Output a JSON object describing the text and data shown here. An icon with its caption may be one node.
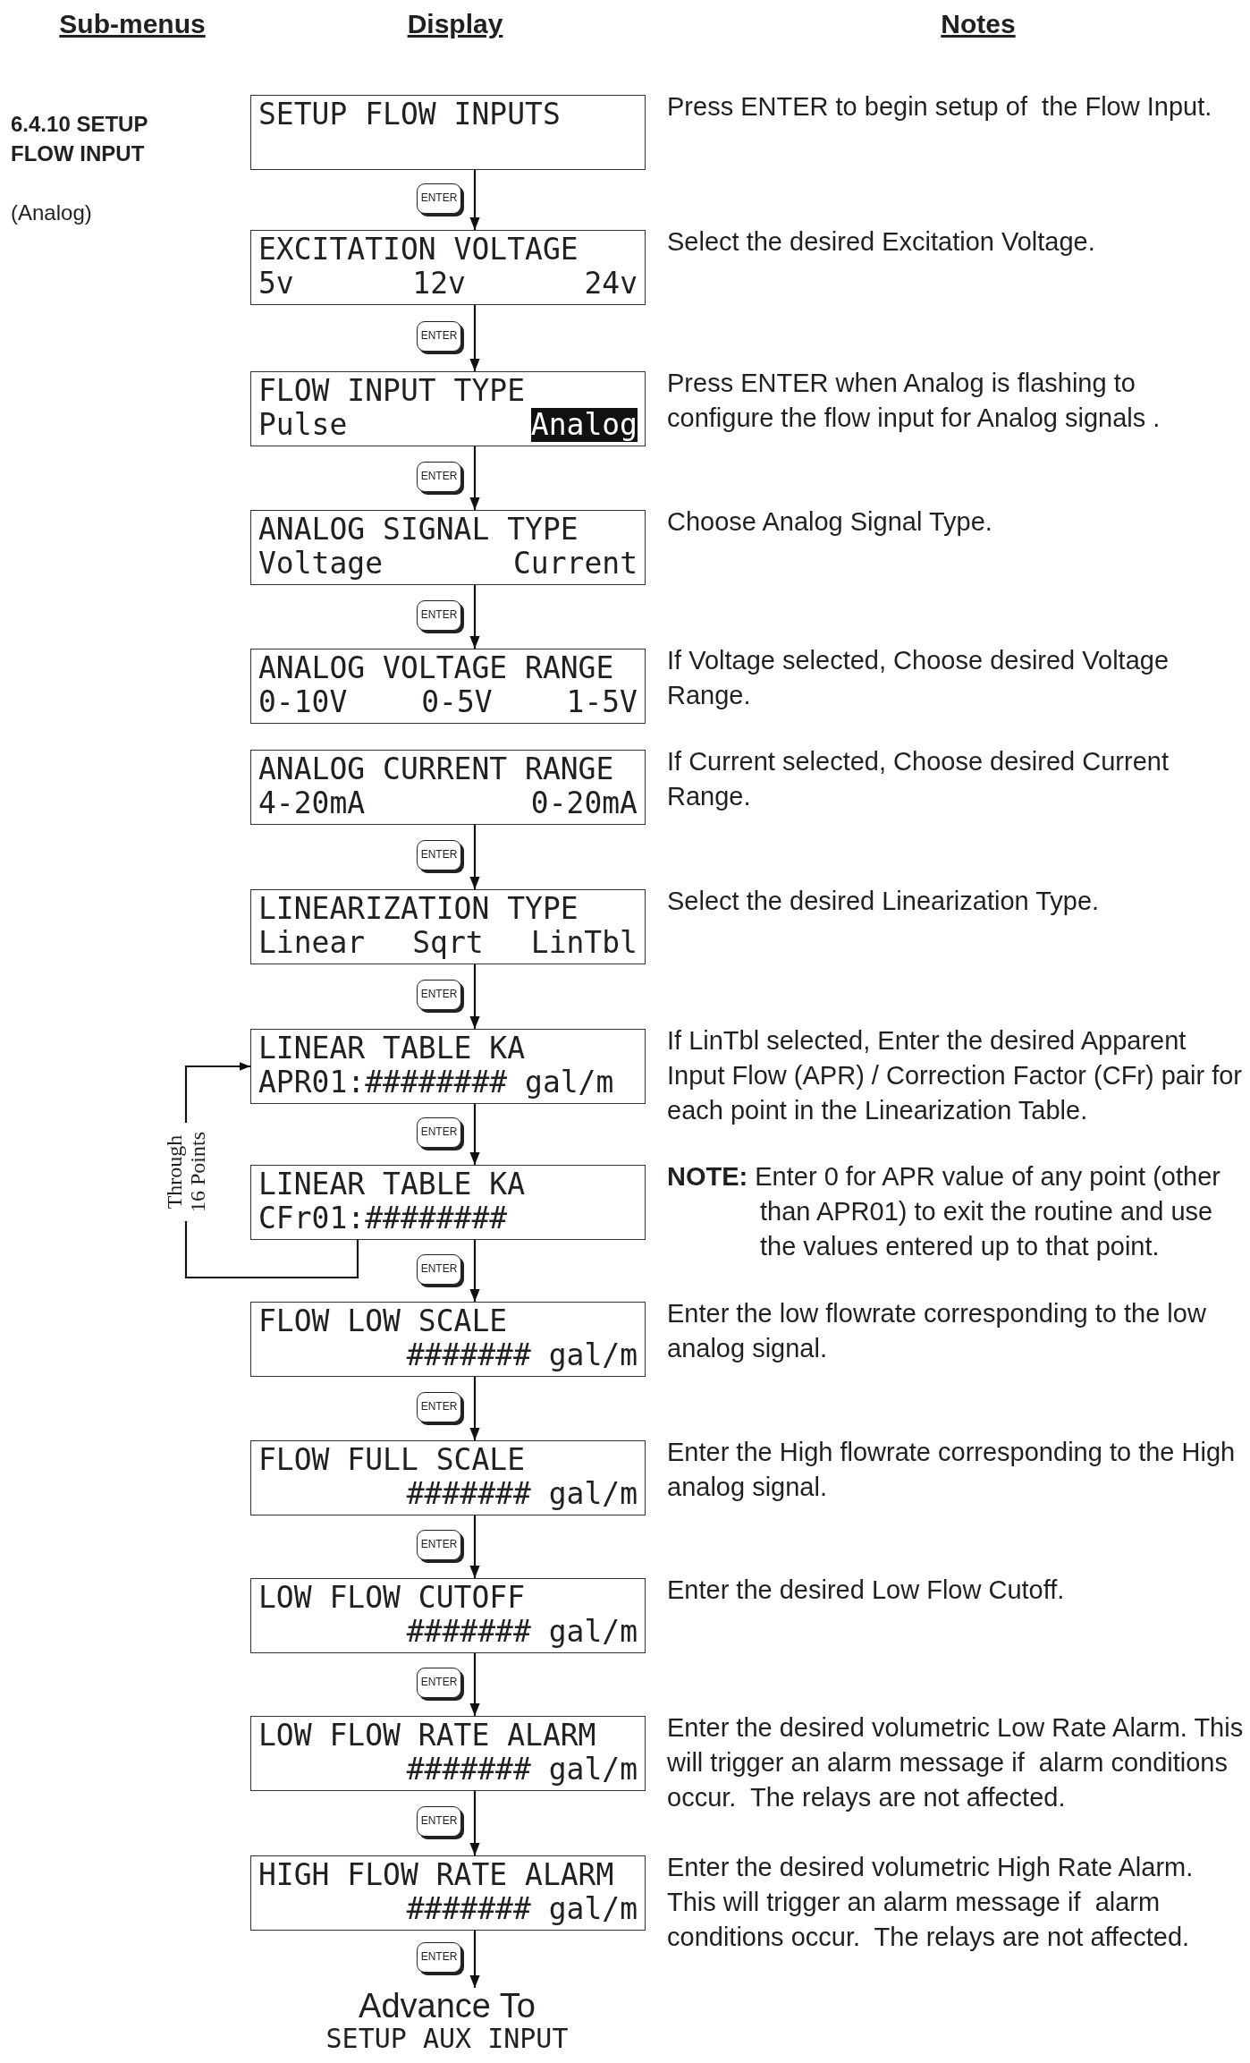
{
  "diagram": {
    "nodes": [
      {
        "text": [
          "SETUP FLOW INPUTS"
        ],
        "beside": [
          "Press ENTER to begin setup of  the Flow Input."
        ]
      },
      {
        "text": [
          "EXCITATION VOLTAGE",
          "5v",
          "12v",
          "24v"
        ],
        "beside": [
          "Select the desired Excitation Voltage."
        ]
      },
      {
        "text": [
          "FLOW INPUT TYPE",
          "Pulse",
          "Analog"
        ],
        "beside": [
          "Press ENTER when Analog is flashing to configure the flow input for Analog signals ."
        ]
      },
      {
        "text": [
          "ANALOG SIGNAL TYPE",
          "Voltage",
          "Current"
        ],
        "beside": [
          "Choose Analog Signal Type."
        ]
      },
      {
        "text": [
          "ANALOG VOLTAGE RANGE",
          "0-10V",
          "0-5V",
          "1-5V"
        ],
        "beside": [
          "If Voltage selected, Choose desired Voltage Range."
        ]
      },
      {
        "text": [
          "ANALOG CURRENT RANGE",
          "4-20mA",
          "0-20mA"
        ],
        "beside": [
          "If Current selected, Choose desired Current Range."
        ]
      },
      {
        "text": [
          "LINEARIZATION TYPE",
          "Linear",
          "Sqrt",
          "LinTbl"
        ],
        "beside": [
          "Select the desired Linearization Type."
        ]
      },
      {
        "text": [
          "LINEAR TABLE KA",
          "APR01:######## gal/m"
        ],
        "beside": [
          "If LinTbl selected, Enter the desired Apparent Input Flow (APR) / Correction Factor (CFr) pair for each point in the Linearization Table."
        ]
      },
      {
        "text": [
          "LINEAR TABLE KA",
          "CFr01:########"
        ],
        "beside": [
          "**NOTE:** Enter 0 for APR value of any point (other than APR01) to exit the routine and use the values entered up to that point."
        ]
      },
      {
        "text": [
          "FLOW LOW SCALE",
          "####### gal/m"
        ],
        "beside": [
          "Enter the low flowrate corresponding to the low analog signal."
        ]
      },
      {
        "text": [
          "FLOW FULL SCALE",
          "####### gal/m"
        ],
        "beside": [
          "Enter the High flowrate corresponding to the High analog signal."
        ]
      },
      {
        "text": [
          "LOW FLOW CUTOFF",
          "####### gal/m"
        ],
        "beside": [
          "Enter the desired Low Flow Cutoff."
        ]
      },
      {
        "text": [
          "LOW FLOW RATE ALARM",
          "####### gal/m"
        ],
        "beside": [
          "Enter the desired volumetric Low Rate Alarm. This will trigger an alarm message if  alarm conditions occur.  The relays are not affected."
        ]
      },
      {
        "text": [
          "HIGH FLOW RATE ALARM",
          "####### gal/m"
        ],
        "beside": [
          "Enter the desired volumetric High Rate Alarm. This will trigger an alarm message if  alarm conditions occur.  The relays are not affected."
        ]
      },
      {
        "text": [
          "Advance To",
          "SETUP AUX INPUT"
        ]
      }
    ],
    "edges": [
      {
        "from": 0,
        "to": 1,
        "arrow": "to",
        "label": "ENTER"
      },
      {
        "from": 1,
        "to": 2,
        "arrow": "to",
        "label": "ENTER"
      },
      {
        "from": 2,
        "to": 3,
        "arrow": "to",
        "label": "ENTER"
      },
      {
        "from": 3,
        "to": 4,
        "arrow": "to",
        "label": "ENTER"
      },
      {
        "from": 5,
        "to": 6,
        "arrow": "to",
        "label": "ENTER"
      },
      {
        "from": 6,
        "to": 7,
        "arrow": "to",
        "label": "ENTER"
      },
      {
        "from": 7,
        "to": 8,
        "arrow": "to",
        "label": "ENTER"
      },
      {
        "from": 8,
        "to": 9,
        "arrow": "to",
        "label": "ENTER"
      },
      {
        "from": 8,
        "to": 7,
        "arrow": "to",
        "label": "Through 16 Points"
      },
      {
        "from": 9,
        "to": 10,
        "arrow": "to",
        "label": "ENTER"
      },
      {
        "from": 10,
        "to": 11,
        "arrow": "to",
        "label": "ENTER"
      },
      {
        "from": 11,
        "to": 12,
        "arrow": "to",
        "label": "ENTER"
      },
      {
        "from": 12,
        "to": 13,
        "arrow": "to",
        "label": "ENTER"
      },
      {
        "from": 13,
        "to": 14,
        "arrow": "to",
        "label": "ENTER"
      }
    ],
    "labels": [
      "Sub-menus",
      "Display",
      "Notes",
      "6.4.10 SETUP FLOW INPUT",
      "(Analog)"
    ]
  }
}
